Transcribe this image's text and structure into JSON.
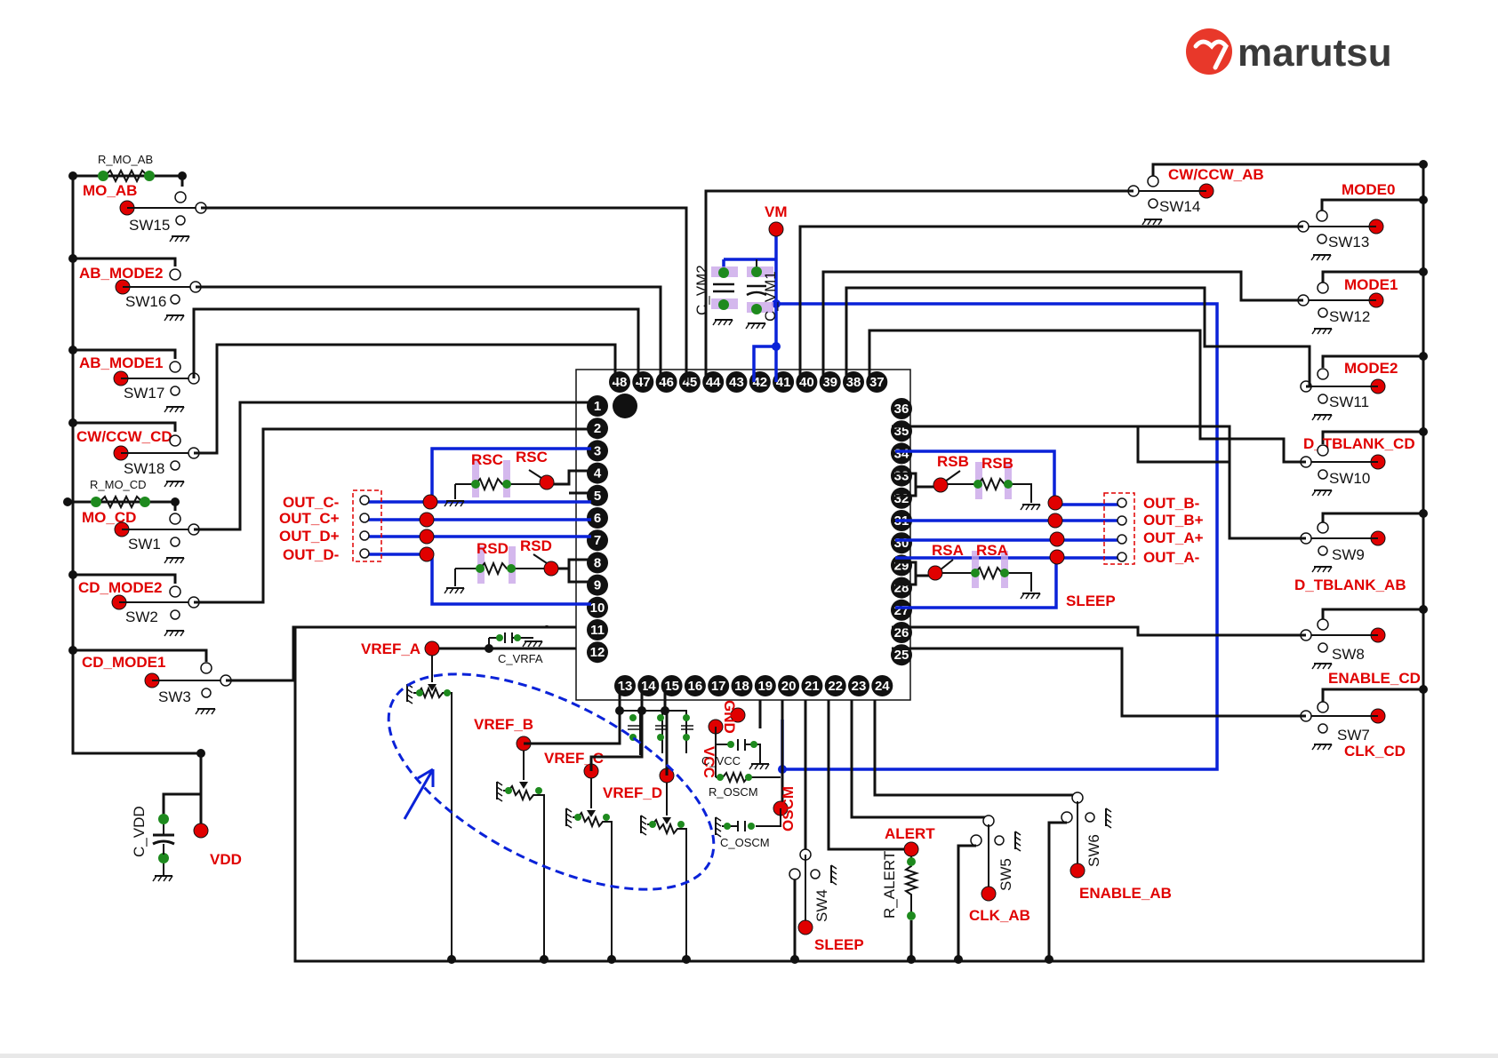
{
  "brand": {
    "name": "marutsu",
    "logo_color": "#e8382a",
    "text_color": "#3a3a3a"
  },
  "colors": {
    "wire": "#111111",
    "bus": "#0a22d8",
    "label": "#e00000",
    "pad": "#e00000",
    "node": "#1e8a1e",
    "ellipse": "#0a22d8"
  },
  "left_labels": {
    "mo_ab": "MO_AB",
    "r_mo_ab": "R_MO_AB",
    "sw15": "SW15",
    "ab_mode2": "AB_MODE2",
    "sw16": "SW16",
    "ab_mode1": "AB_MODE1",
    "sw17": "SW17",
    "cwccw_cd": "CW/CCW_CD",
    "sw18": "SW18",
    "r_mo_cd": "R_MO_CD",
    "mo_cd": "MO_CD",
    "sw1": "SW1",
    "cd_mode2": "CD_MODE2",
    "sw2": "SW2",
    "cd_mode1": "CD_MODE1",
    "sw3": "SW3",
    "c_vdd": "C_VDD",
    "vdd": "VDD"
  },
  "right_labels": {
    "cwccw_ab": "CW/CCW_AB",
    "sw14": "SW14",
    "mode0": "MODE0",
    "sw13": "SW13",
    "mode1": "MODE1",
    "sw12": "SW12",
    "mode2": "MODE2",
    "sw11": "SW11",
    "d_tblank_cd": "D_TBLANK_CD",
    "sw10": "SW10",
    "sw9": "SW9",
    "d_tblank_ab": "D_TBLANK_AB",
    "sw8": "SW8",
    "enable_cd": "ENABLE_CD",
    "sw7": "SW7",
    "clk_cd": "CLK_CD"
  },
  "outputs": {
    "out_c_minus": "OUT_C-",
    "out_c_plus": "OUT_C+",
    "out_d_plus": "OUT_D+",
    "out_d_minus": "OUT_D-",
    "out_b_minus": "OUT_B-",
    "out_b_plus": "OUT_B+",
    "out_a_plus": "OUT_A+",
    "out_a_minus": "OUT_A-"
  },
  "sense": {
    "rsc1": "RSC",
    "rsc2": "RSC",
    "rsd1": "RSD",
    "rsd2": "RSD",
    "rsb1": "RSB",
    "rsb2": "RSB",
    "rsa1": "RSA",
    "rsa2": "RSA"
  },
  "top": {
    "vm": "VM",
    "c_vm2": "C_VM2",
    "c_vm1": "C_VM1"
  },
  "bottom": {
    "vref_a": "VREF_A",
    "c_vrfa": "C_VRFA",
    "vref_b": "VREF_B",
    "vref_c": "VREF_C",
    "vref_d": "VREF_D",
    "vcc": "VCC",
    "gnd": "GND",
    "c_vcc": "C_VCC",
    "r_oscm": "R_OSCM",
    "oscm": "OSCM",
    "c_oscm": "C_OSCM",
    "sleep_right": "SLEEP",
    "sw4": "SW4",
    "sleep_bottom": "SLEEP",
    "alert": "ALERT",
    "r_alert": "R_ALERT",
    "sw5": "SW5",
    "clk_ab": "CLK_AB",
    "sw6": "SW6",
    "enable_ab": "ENABLE_AB"
  },
  "pins": {
    "top": [
      "48",
      "47",
      "46",
      "45",
      "44",
      "43",
      "42",
      "41",
      "40",
      "39",
      "38",
      "37"
    ],
    "left": [
      "1",
      "2",
      "3",
      "4",
      "5",
      "6",
      "7",
      "8",
      "9",
      "10",
      "11",
      "12"
    ],
    "right": [
      "36",
      "35",
      "34",
      "33",
      "32",
      "31",
      "30",
      "29",
      "28",
      "27",
      "26",
      "25"
    ],
    "bottom": [
      "13",
      "14",
      "15",
      "16",
      "17",
      "18",
      "19",
      "20",
      "21",
      "22",
      "23",
      "24"
    ]
  }
}
